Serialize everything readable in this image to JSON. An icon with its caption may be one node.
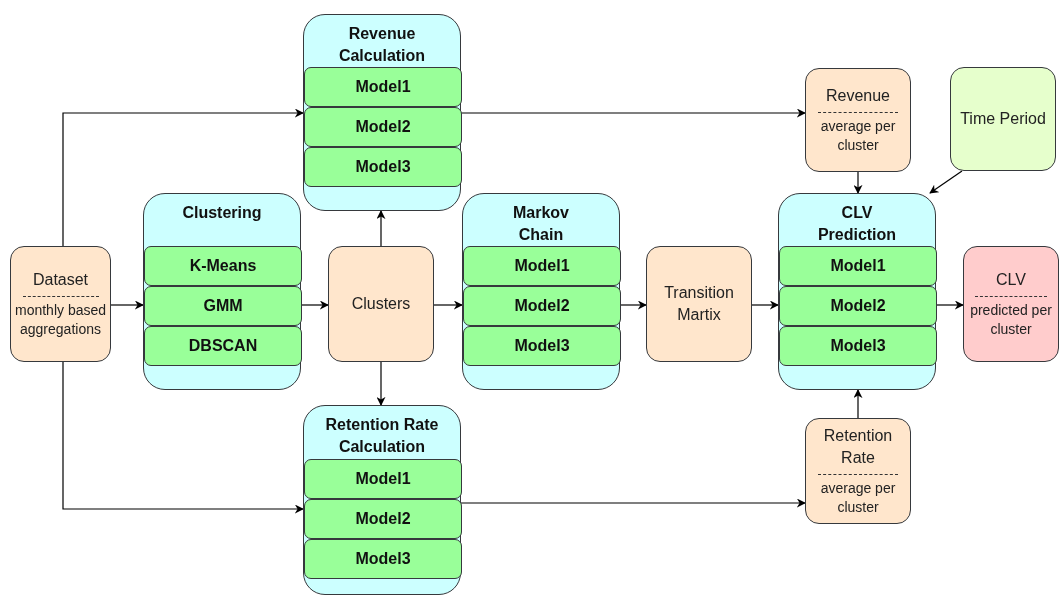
{
  "diagram": {
    "nodes": [
      {
        "text": [
          "Revenue Calculation"
        ]
      },
      {
        "text": [
          "Model1"
        ],
        "in": 0
      },
      {
        "text": [
          "Model2"
        ],
        "in": 0
      },
      {
        "text": [
          "Model3"
        ],
        "in": 0
      },
      {
        "text": [
          "Clustering"
        ]
      },
      {
        "text": [
          "K-Means"
        ],
        "in": 4
      },
      {
        "text": [
          "GMM"
        ],
        "in": 4
      },
      {
        "text": [
          "DBSCAN"
        ],
        "in": 4
      },
      {
        "text": [
          "Dataset",
          "monthly based aggregations"
        ]
      },
      {
        "text": [
          "Clusters"
        ]
      },
      {
        "text": [
          "Markov Chain"
        ]
      },
      {
        "text": [
          "Model1"
        ],
        "in": 10
      },
      {
        "text": [
          "Model2"
        ],
        "in": 10
      },
      {
        "text": [
          "Model3"
        ],
        "in": 10
      },
      {
        "text": [
          "Transition Martix"
        ]
      },
      {
        "text": [
          "Retention Rate Calculation"
        ]
      },
      {
        "text": [
          "Model1"
        ],
        "in": 15
      },
      {
        "text": [
          "Model2"
        ],
        "in": 15
      },
      {
        "text": [
          "Model3"
        ],
        "in": 15
      },
      {
        "text": [
          "Revenue",
          "average per cluster"
        ]
      },
      {
        "text": [
          "Time Period"
        ]
      },
      {
        "text": [
          "CLV Prediction"
        ]
      },
      {
        "text": [
          "Model1"
        ],
        "in": 21
      },
      {
        "text": [
          "Model2"
        ],
        "in": 21
      },
      {
        "text": [
          "Model3"
        ],
        "in": 21
      },
      {
        "text": [
          "CLV",
          "predicted per cluster"
        ]
      },
      {
        "text": [
          "Retention Rate",
          "average per cluster"
        ]
      }
    ],
    "edges": [
      {
        "from": 8,
        "to": 0,
        "arrow": "to"
      },
      {
        "from": 8,
        "to": 15,
        "arrow": "to"
      },
      {
        "from": 8,
        "to": 4,
        "arrow": "to"
      },
      {
        "from": 4,
        "to": 9,
        "arrow": "to"
      },
      {
        "from": 9,
        "to": 0,
        "arrow": "to"
      },
      {
        "from": 9,
        "to": 15,
        "arrow": "to"
      },
      {
        "from": 9,
        "to": 10,
        "arrow": "to"
      },
      {
        "from": 10,
        "to": 14,
        "arrow": "to"
      },
      {
        "from": 14,
        "to": 21,
        "arrow": "to"
      },
      {
        "from": 0,
        "to": 19,
        "arrow": "to"
      },
      {
        "from": 15,
        "to": 26,
        "arrow": "to"
      },
      {
        "from": 19,
        "to": 21,
        "arrow": "to"
      },
      {
        "from": 20,
        "to": 21,
        "arrow": "to"
      },
      {
        "from": 26,
        "to": 21,
        "arrow": "to"
      },
      {
        "from": 21,
        "to": 25,
        "arrow": "to"
      }
    ]
  }
}
